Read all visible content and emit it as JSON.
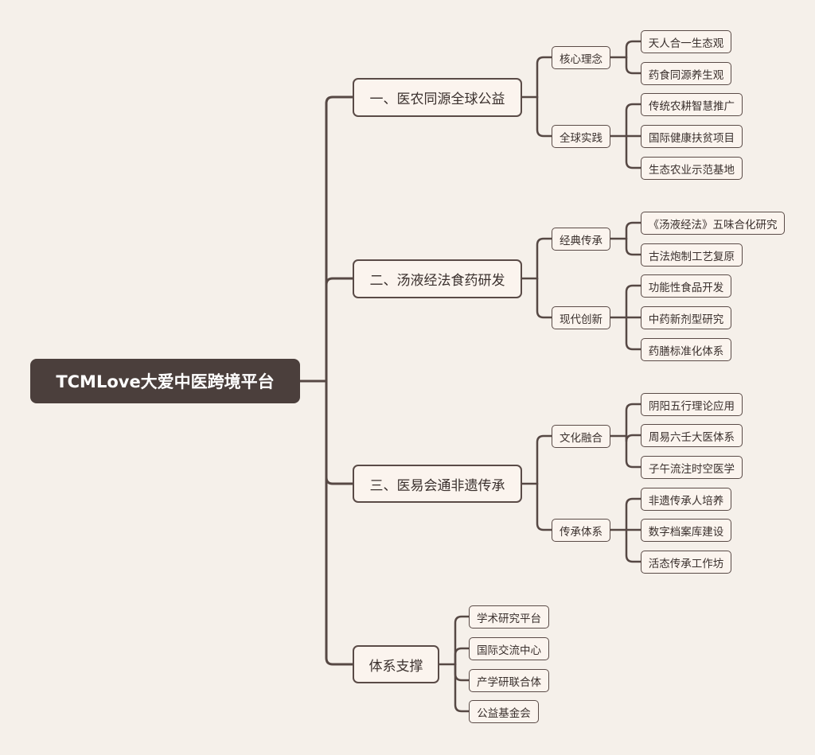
{
  "mindmap": {
    "root": {
      "label": "TCMLove大爱中医跨境平台"
    },
    "branches": [
      {
        "label": "一、医农同源全球公益",
        "groups": [
          {
            "label": "核心理念",
            "items": [
              "天人合一生态观",
              "药食同源养生观"
            ]
          },
          {
            "label": "全球实践",
            "items": [
              "传统农耕智慧推广",
              "国际健康扶贫项目",
              "生态农业示范基地"
            ]
          }
        ]
      },
      {
        "label": "二、汤液经法食药研发",
        "groups": [
          {
            "label": "经典传承",
            "items": [
              "《汤液经法》五味合化研究",
              "古法炮制工艺复原"
            ]
          },
          {
            "label": "现代创新",
            "items": [
              "功能性食品开发",
              "中药新剂型研究",
              "药膳标准化体系"
            ]
          }
        ]
      },
      {
        "label": "三、医易会通非遗传承",
        "groups": [
          {
            "label": "文化融合",
            "items": [
              "阴阳五行理论应用",
              "周易六壬大医体系",
              "子午流注时空医学"
            ]
          },
          {
            "label": "传承体系",
            "items": [
              "非遗传承人培养",
              "数字档案库建设",
              "活态传承工作坊"
            ]
          }
        ]
      },
      {
        "label": "体系支撑",
        "items": [
          "学术研究平台",
          "国际交流中心",
          "产学研联合体",
          "公益基金会"
        ]
      }
    ]
  }
}
